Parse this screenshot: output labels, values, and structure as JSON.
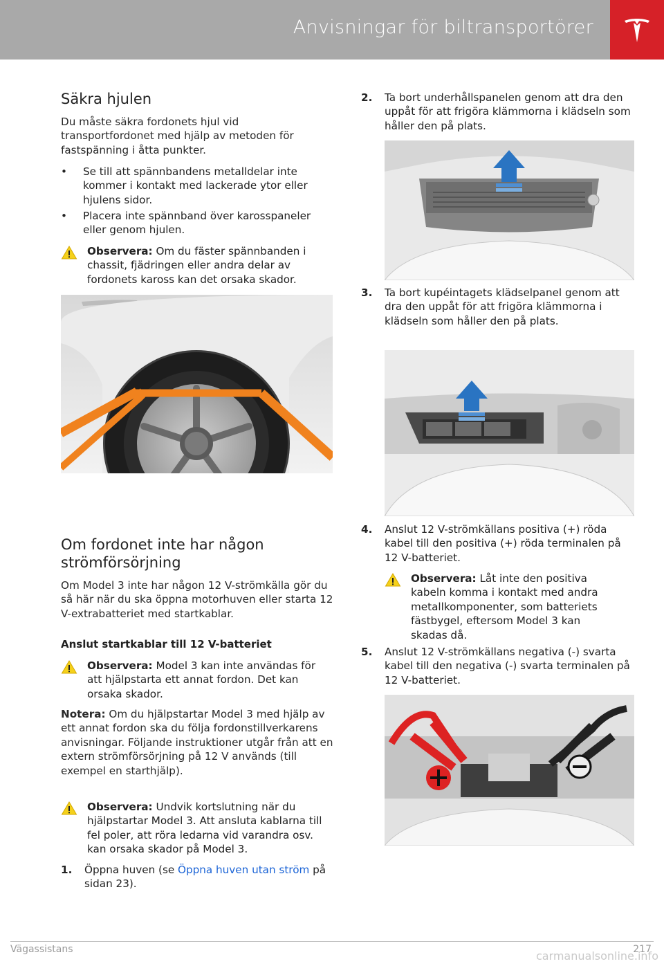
{
  "header": {
    "title": "Anvisningar för biltransportörer"
  },
  "left": {
    "h_wheels": "Säkra hjulen",
    "p_wheels": "Du måste säkra fordonets hjul vid transportfordonet med hjälp av metoden för fastspänning i åtta punkter.",
    "bullets": [
      "Se till att spännbandens metalldelar inte kommer i kontakt med lackerade ytor eller hjulens sidor.",
      "Placera inte spännband över karosspaneler eller genom hjulen."
    ],
    "note1_label": "Observera:",
    "note1_text": " Om du fäster spännbanden i chassit, fjädringen eller andra delar av fordonets kaross kan det orsaka skador.",
    "h_power": "Om fordonet inte har någon strömförsörjning",
    "p_power": "Om Model 3 inte har någon 12 V-strömkälla gör du så här när du ska öppna motorhuven eller starta 12 V-extrabatteriet med startkablar.",
    "h_connect": "Anslut startkablar till 12 V-batteriet",
    "note2_label": "Observera:",
    "note2_text": " Model 3 kan inte användas för att hjälpstarta ett annat fordon. Det kan orsaka skador.",
    "notera_label": "Notera:",
    "notera_text": " Om du hjälpstartar Model 3 med hjälp av ett annat fordon ska du följa fordonstillverkarens anvisningar. Följande instruktioner utgår från att en extern strömförsörjning på 12 V används (till exempel en starthjälp).",
    "note3_label": "Observera:",
    "note3_text": " Undvik kortslutning när du hjälpstartar Model 3. Att ansluta kablarna till fel poler, att röra ledarna vid varandra osv. kan orsaka skador på Model 3.",
    "step1_num": "1.",
    "step1_pre": "Öppna huven (se ",
    "step1_link": "Öppna huven utan ström",
    "step1_post": " på sidan 23)."
  },
  "right": {
    "step2_num": "2.",
    "step2_text": "Ta bort underhållspanelen genom att dra den uppåt för att frigöra klämmorna i klädseln som håller den på plats.",
    "step3_num": "3.",
    "step3_text": "Ta bort kupéintagets klädselpanel genom att dra den uppåt för att frigöra klämmorna i klädseln som håller den på plats.",
    "step4_num": "4.",
    "step4_text": "Anslut 12 V-strömkällans positiva (+) röda kabel till den positiva (+) röda terminalen på 12 V-batteriet.",
    "note4_label": "Observera:",
    "note4_text": " Låt inte den positiva kabeln komma i kontakt med andra metallkomponenter, som batteriets fästbygel, eftersom Model 3 kan skadas då.",
    "step5_num": "5.",
    "step5_text": "Anslut 12 V-strömkällans negativa (-) svarta kabel till den negativa (-) svarta terminalen på 12 V-batteriet."
  },
  "footer": {
    "section": "Vägassistans",
    "page": "217",
    "watermark": "carmanualsonline.info"
  }
}
